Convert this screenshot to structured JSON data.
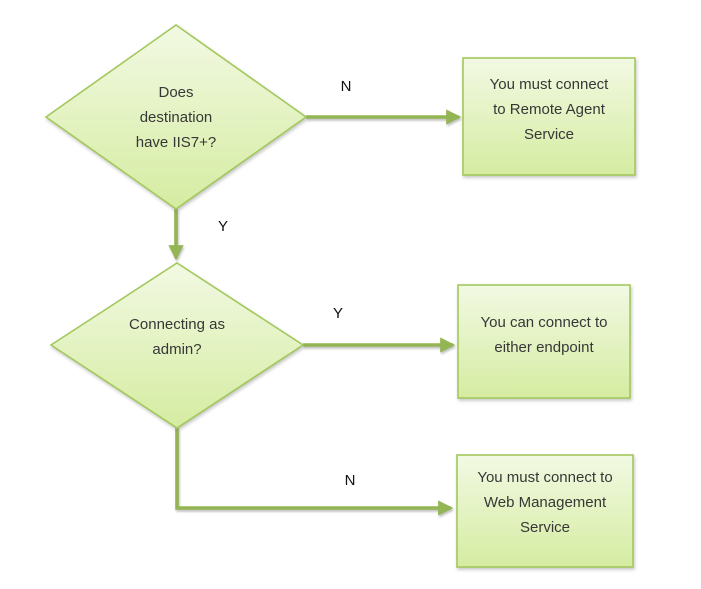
{
  "title": "Connection decision flowchart",
  "theme": {
    "canvas_bg": "#ffffff",
    "shape_border": "#a3c95d",
    "shape_fill_top": "#f2f9e3",
    "shape_fill_bottom": "#d5eca1",
    "connector_color": "#94b553",
    "shape_text_color": "#373737",
    "label_text_color": "#101010"
  },
  "flowchart": {
    "decision1": {
      "lines": [
        "Does",
        "destination",
        "have IIS7+?"
      ]
    },
    "decision2": {
      "lines": [
        "Connecting as",
        "admin?"
      ]
    },
    "result1": {
      "lines": [
        "You must connect",
        "to Remote Agent",
        "Service"
      ]
    },
    "result2": {
      "lines": [
        "You can connect to",
        "either endpoint"
      ]
    },
    "result3": {
      "lines": [
        "You must connect to",
        "Web Management",
        "Service"
      ]
    },
    "labels": {
      "no_top": "N",
      "yes_down": "Y",
      "yes_right": "Y",
      "no_bottom": "N"
    }
  }
}
